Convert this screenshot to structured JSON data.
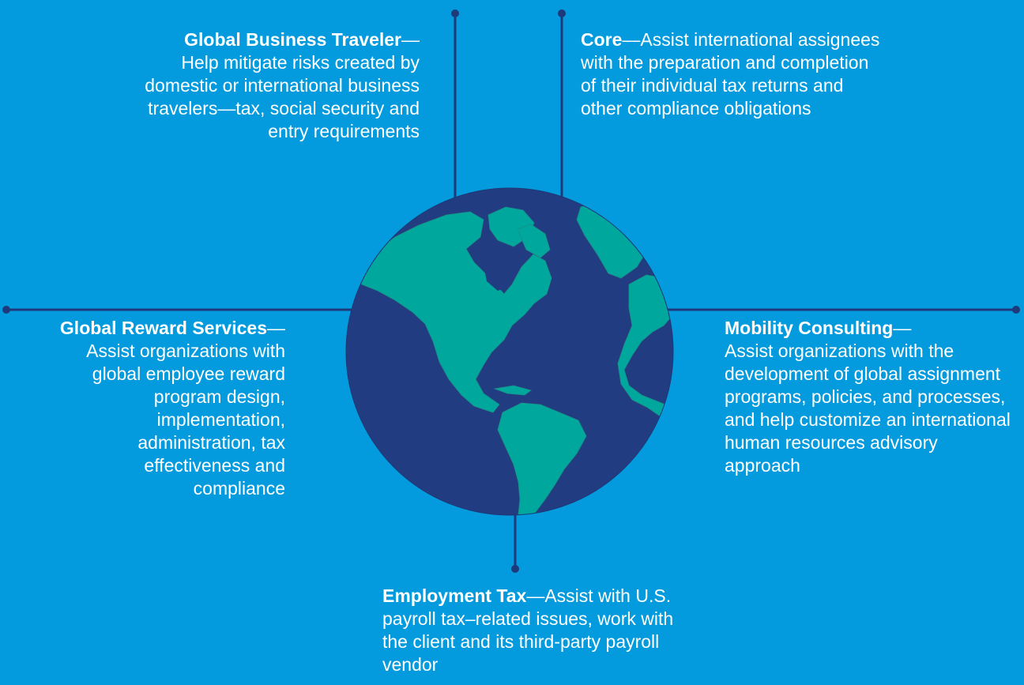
{
  "colors": {
    "background": "#039bdd",
    "ocean": "#223c82",
    "land": "#00a79d",
    "connector": "#1f3a7a",
    "text": "#ffffff"
  },
  "image": "globe-centered-on-the-americas",
  "services": {
    "global_business_traveler": {
      "title": "Global Business Traveler",
      "dash": "—",
      "description": "Help mitigate risks created by domestic or international business travelers—tax, social security and entry requirements"
    },
    "core": {
      "title": "Core",
      "dash": "—",
      "description": "Assist international assignees with the preparation and completion of their individual tax returns and other compliance obligations"
    },
    "global_reward_services": {
      "title": "Global Reward Services",
      "dash": "—",
      "description": "Assist organizations with global employee reward program design, implementation, administration, tax effectiveness and compliance"
    },
    "mobility_consulting": {
      "title": "Mobility Consulting",
      "dash": "—",
      "description": "Assist organizations with the development of global assignment programs, policies, and processes, and help customize an international human resources advisory approach"
    },
    "employment_tax": {
      "title": "Employment Tax",
      "dash": "—",
      "description": "Assist with U.S. payroll tax–related issues, work with the client and its third-party payroll vendor"
    }
  }
}
